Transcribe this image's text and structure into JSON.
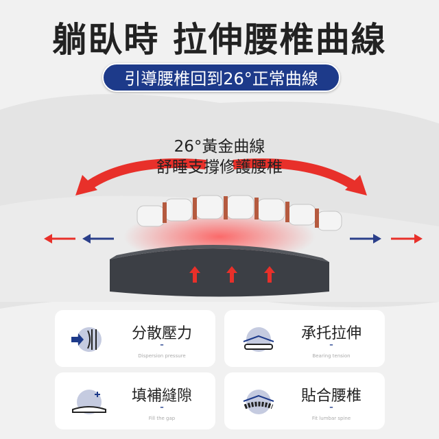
{
  "title": "躺臥時  拉伸腰椎曲線",
  "subtitle": "引導腰椎回到26°正常曲線",
  "caption": {
    "line1": "26°黃金曲線",
    "line2": "舒睡支撐修護腰椎"
  },
  "features": [
    {
      "title": "分散壓力",
      "dash": "–",
      "sub": "Dispersion pressure",
      "icon": "pressure-dispersion-icon"
    },
    {
      "title": "承托拉伸",
      "dash": "–",
      "sub": "Bearing tension",
      "icon": "bearing-tension-icon"
    },
    {
      "title": "填補縫隙",
      "dash": "–",
      "sub": "Fill the gap",
      "icon": "fill-gap-icon"
    },
    {
      "title": "貼合腰椎",
      "dash": "–",
      "sub": "Fit lumbar spine",
      "icon": "fit-spine-icon"
    }
  ],
  "colors": {
    "accent": "#1d3a8a",
    "red": "#e8302a"
  }
}
